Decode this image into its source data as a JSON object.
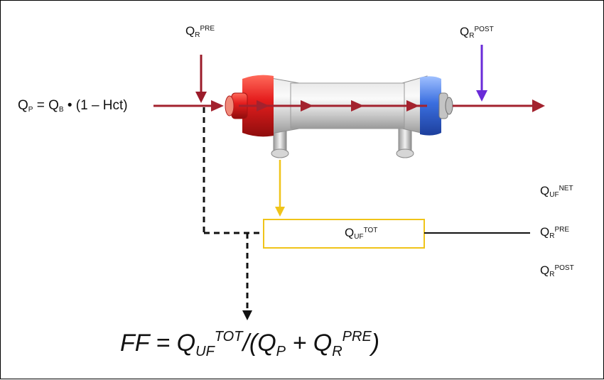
{
  "labels": {
    "qp_eq": "Q",
    "qp_sub": "P",
    "qb_eq": " = Q",
    "qb_sub": "B",
    "qb_tail": " • (1 – Hct)",
    "qr_pre_top": "Q",
    "qr_pre_top_sub": "R",
    "qr_pre_top_sup": "PRE",
    "qr_post_top": "Q",
    "qr_post_top_sub": "R",
    "qr_post_top_sup": "POST",
    "quf_tot": "Q",
    "quf_tot_sub": "UF",
    "quf_tot_sup": "TOT",
    "quf_net": "Q",
    "quf_net_sub": "UF",
    "quf_net_sup": "NET",
    "qr_pre_right": "Q",
    "qr_pre_right_sub": "R",
    "qr_pre_right_sup": "PRE",
    "qr_post_right": "Q",
    "qr_post_right_sub": "R",
    "qr_post_right_sup": "POST"
  },
  "formula": {
    "lhs": "FF = Q",
    "uf_sub": "UF",
    "tot_sup": "TOT",
    "mid": "/(Q",
    "p_sub": "P",
    "plus": " + Q",
    "r_sub": "R",
    "pre_sup": "PRE",
    "close": ")"
  },
  "colors": {
    "blood_line": "#a3222e",
    "pre_arrow": "#9b1b2a",
    "post_arrow": "#6a2bd8",
    "effluent_line": "#f0c419",
    "filter_inlet": "#d81c1c",
    "filter_outlet": "#3b6fe0",
    "dashed": "#111111"
  }
}
